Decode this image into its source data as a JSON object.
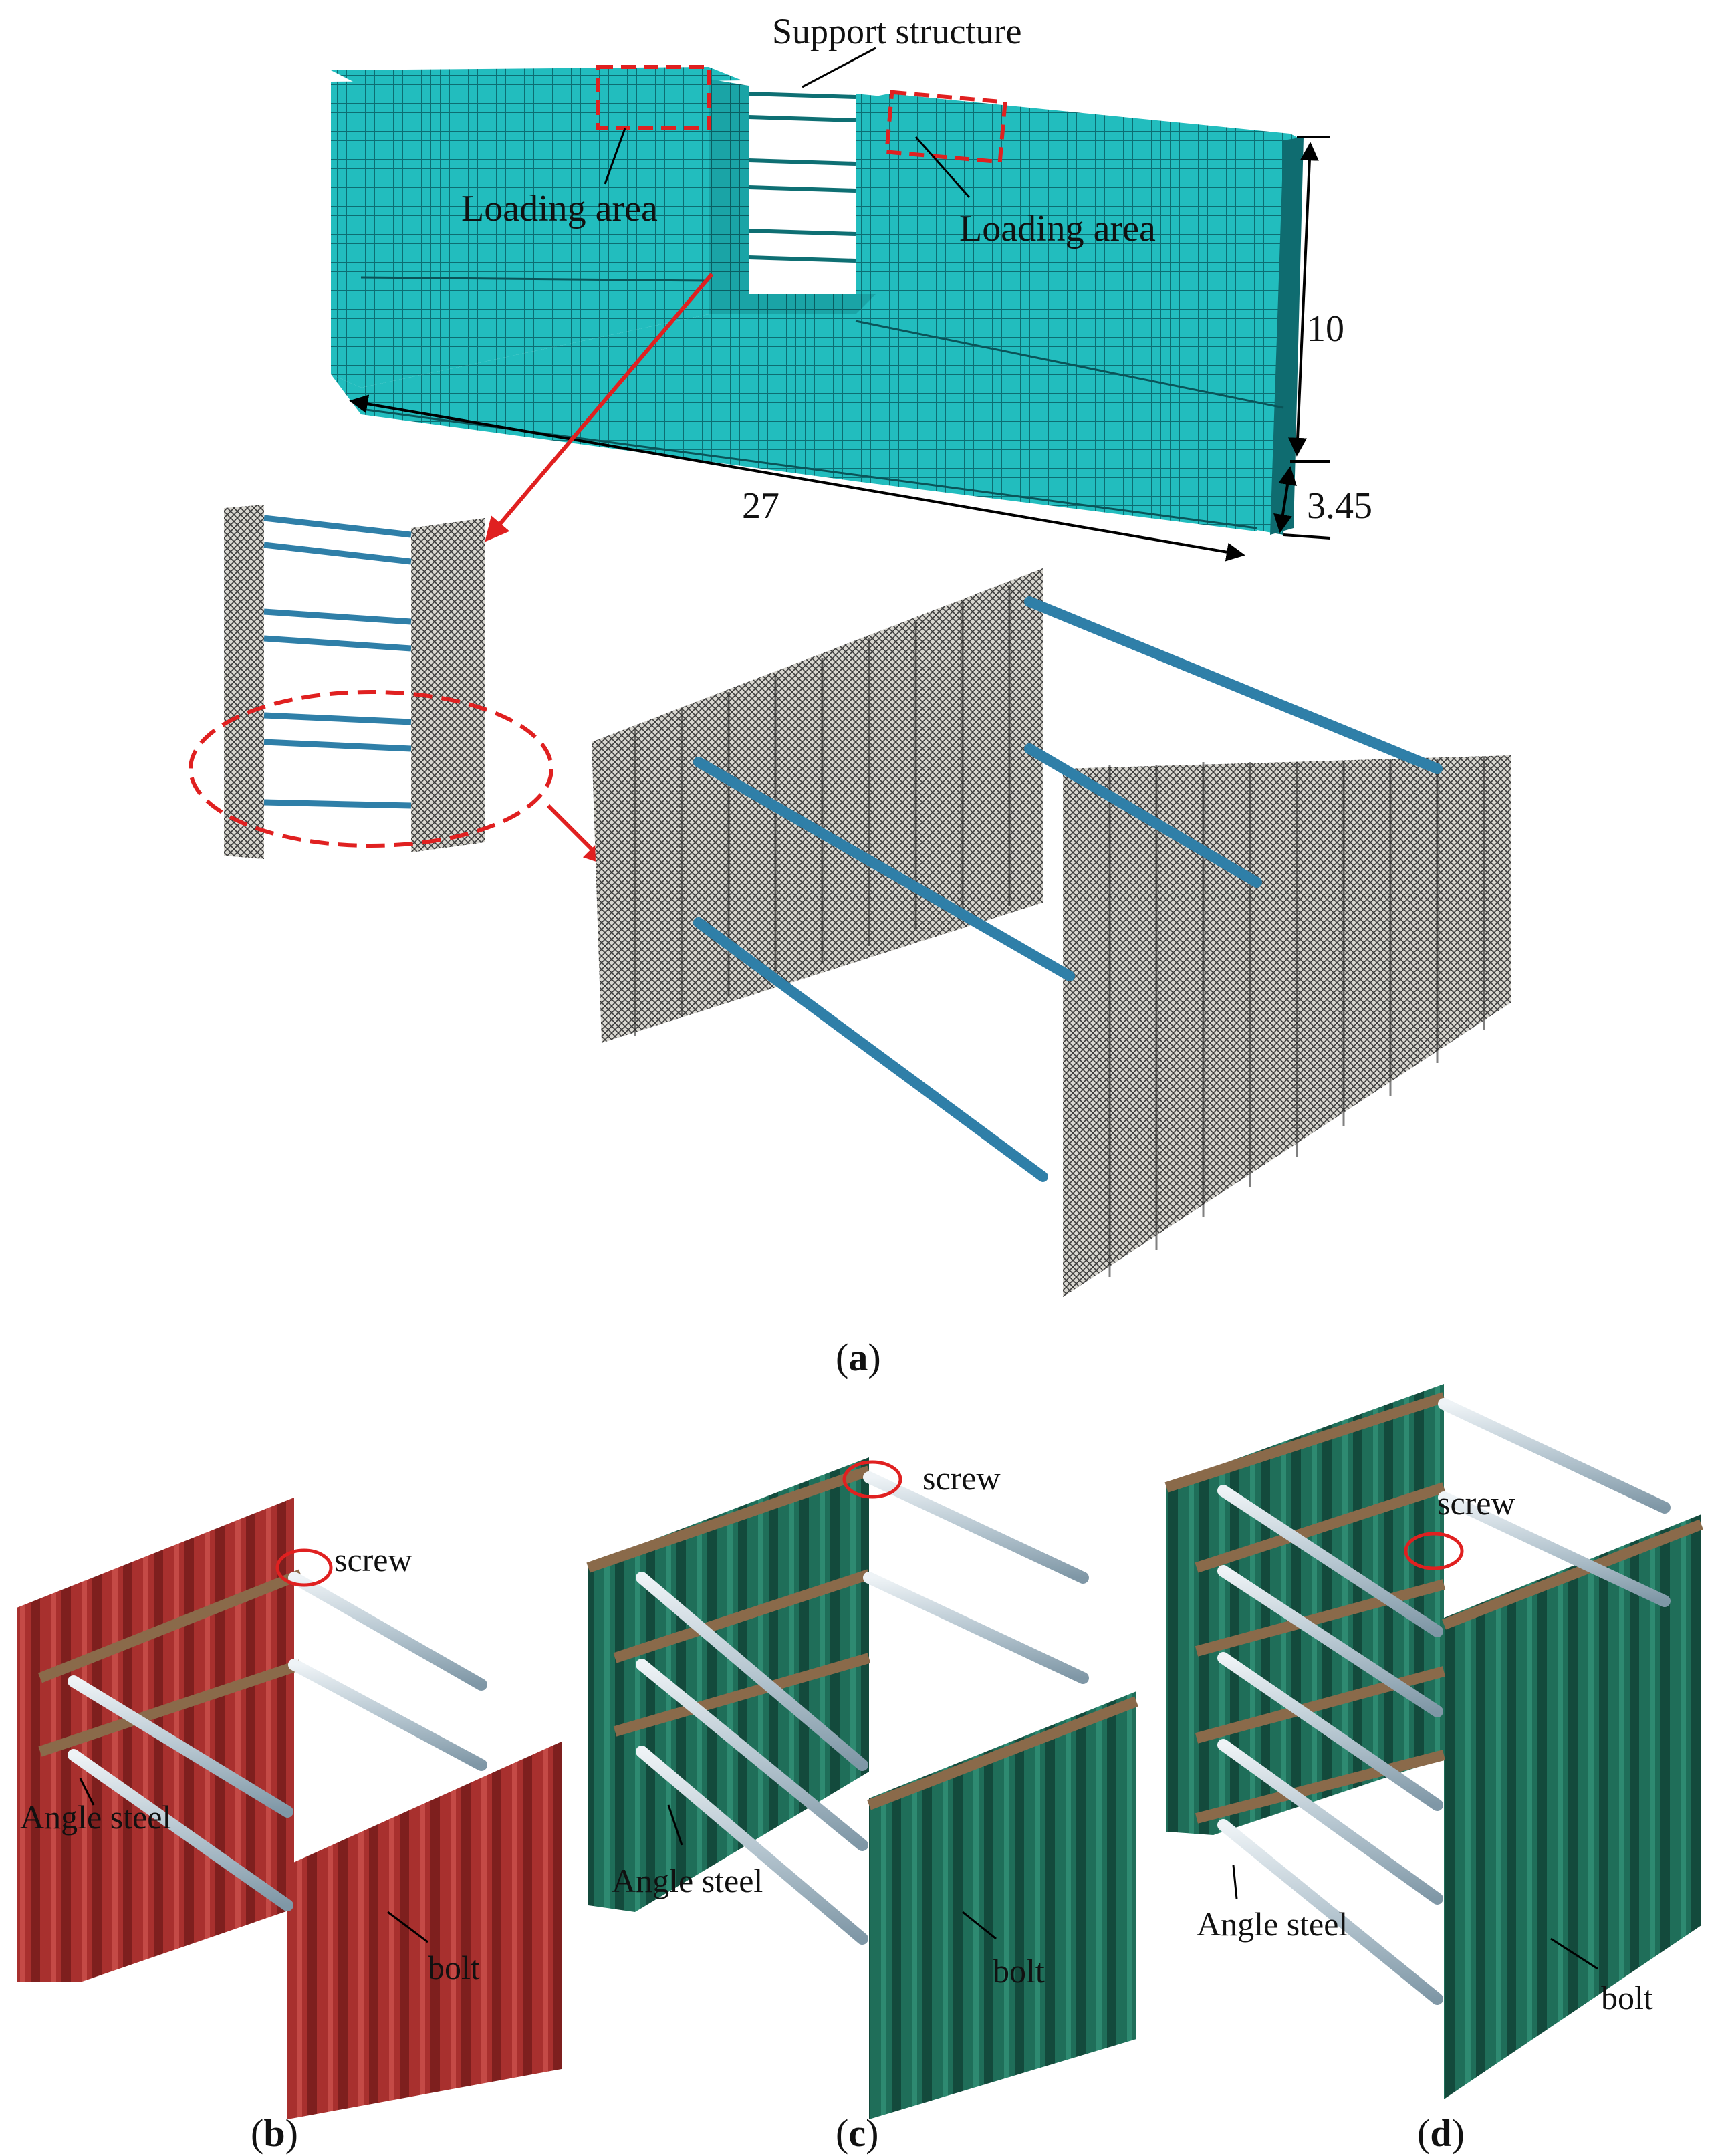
{
  "colors": {
    "mesh": "#1FB8B8",
    "mesh_dark": "#0E6F73",
    "strut": "#2F7FA8",
    "red_pile": "#A3302E",
    "green_pile": "#1E6B57",
    "angle_steel": "#8A6A4A",
    "annotation_red": "#E02020"
  },
  "panel_a": {
    "support_structure": "Support structure",
    "loading_area_left": "Loading area",
    "loading_area_right": "Loading area",
    "dim_height": "10",
    "dim_length": "27",
    "dim_depth": "3.45",
    "caption": "a"
  },
  "panel_b": {
    "screw": "screw",
    "angle_steel": "Angle steel",
    "bolt": "bolt",
    "caption": "b"
  },
  "panel_c": {
    "screw": "screw",
    "angle_steel": "Angle steel",
    "bolt": "bolt",
    "caption": "c"
  },
  "panel_d": {
    "screw": "screw",
    "angle_steel": "Angle steel",
    "bolt": "bolt",
    "caption": "d"
  }
}
